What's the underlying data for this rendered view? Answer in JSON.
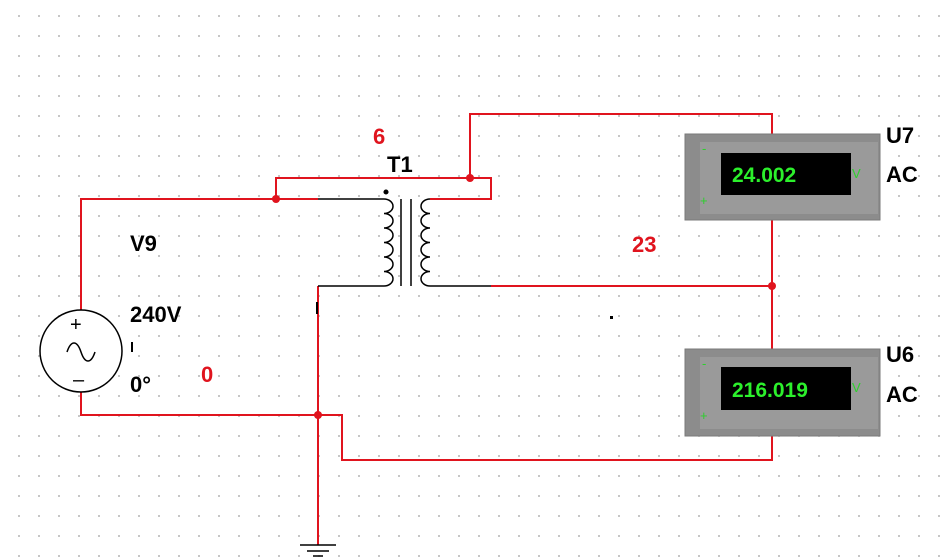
{
  "source": {
    "name": "V9",
    "voltage": "240V",
    "phase": "0°"
  },
  "transformer": {
    "name": "T1"
  },
  "nets": {
    "primary_top": "6",
    "secondary_mid": "23",
    "ground_net": "0"
  },
  "meters": [
    {
      "name": "U7",
      "mode": "AC",
      "reading": "24.002",
      "unit": "V",
      "minus": "-",
      "plus": "+"
    },
    {
      "name": "U6",
      "mode": "AC",
      "reading": "216.019",
      "unit": "V",
      "minus": "-",
      "plus": "+"
    }
  ],
  "colors": {
    "wire": "#e0141e",
    "component": "#000000",
    "meter_body": "#8c8c8c",
    "display": "#000000",
    "digits": "#2cf02c"
  }
}
